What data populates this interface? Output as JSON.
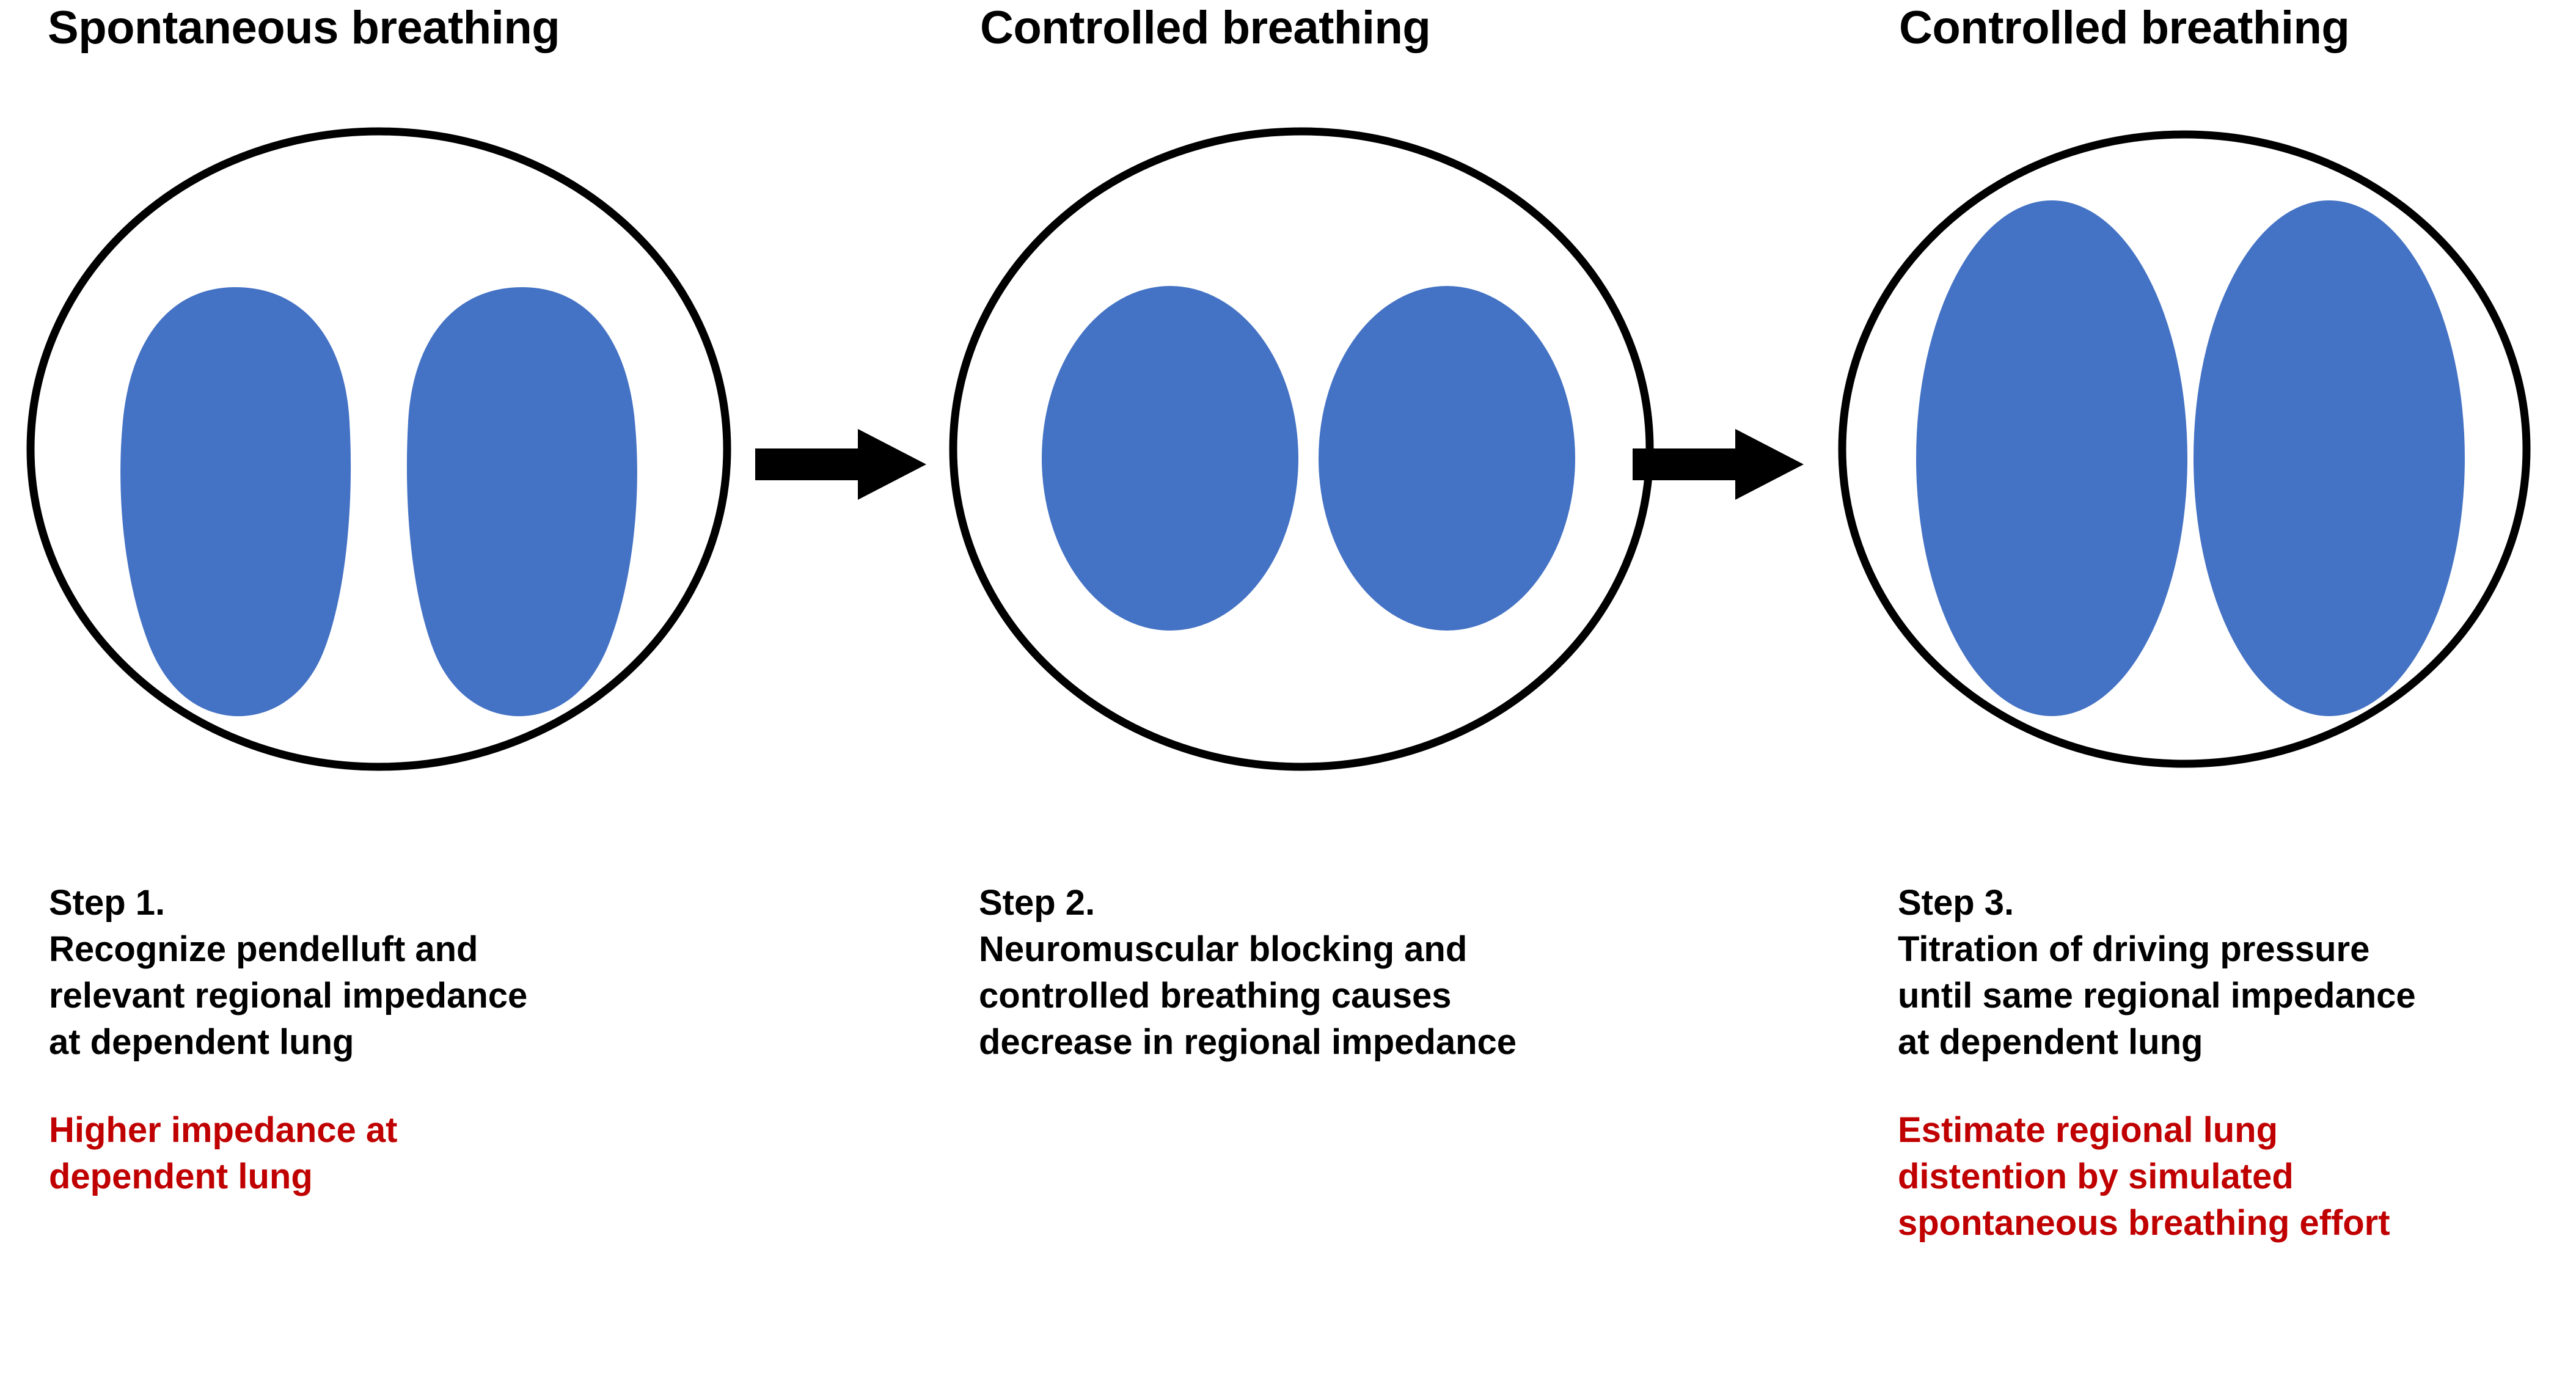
{
  "colors": {
    "lung_blue": "#4472C4",
    "outline_black": "#000000",
    "note_red": "#C00000",
    "background": "#FFFFFF"
  },
  "columns": [
    {
      "heading": "Spontaneous breathing",
      "step_text": "Step 1.\nRecognize pendelluft and\nrelevant regional impedance\nat dependent lung",
      "note_text": "Higher impedance at\ndependent lung",
      "diagram": {
        "torso_shape": "circle",
        "lung_shape": "pear-teardrop",
        "lung_size": "medium",
        "lung_description": "Two pear-shaped lungs, narrow at top and wide/rounded at the bottom, set low inside the chest outline"
      }
    },
    {
      "heading": "Controlled breathing",
      "step_text": "Step 2.\nNeuromuscular blocking and\ncontrolled breathing causes\ndecrease in regional impedance",
      "note_text": "",
      "diagram": {
        "torso_shape": "circle",
        "lung_shape": "oval",
        "lung_size": "small",
        "lung_description": "Two small rounded ovals, markedly smaller than step 1, centered inside the chest outline"
      }
    },
    {
      "heading": "Controlled breathing",
      "step_text": "Step 3.\nTitration of driving pressure\nuntil same regional impedance\nat dependent lung",
      "note_text": "Estimate regional lung\ndistention by simulated\nspontaneous breathing effort",
      "diagram": {
        "torso_shape": "circle",
        "lung_shape": "oval",
        "lung_size": "large",
        "lung_description": "Two tall large ovals nearly filling the chest outline, the largest of the three panels"
      }
    }
  ],
  "arrows": [
    {
      "label": "progression-arrow",
      "direction": "right"
    },
    {
      "label": "progression-arrow",
      "direction": "right"
    }
  ]
}
